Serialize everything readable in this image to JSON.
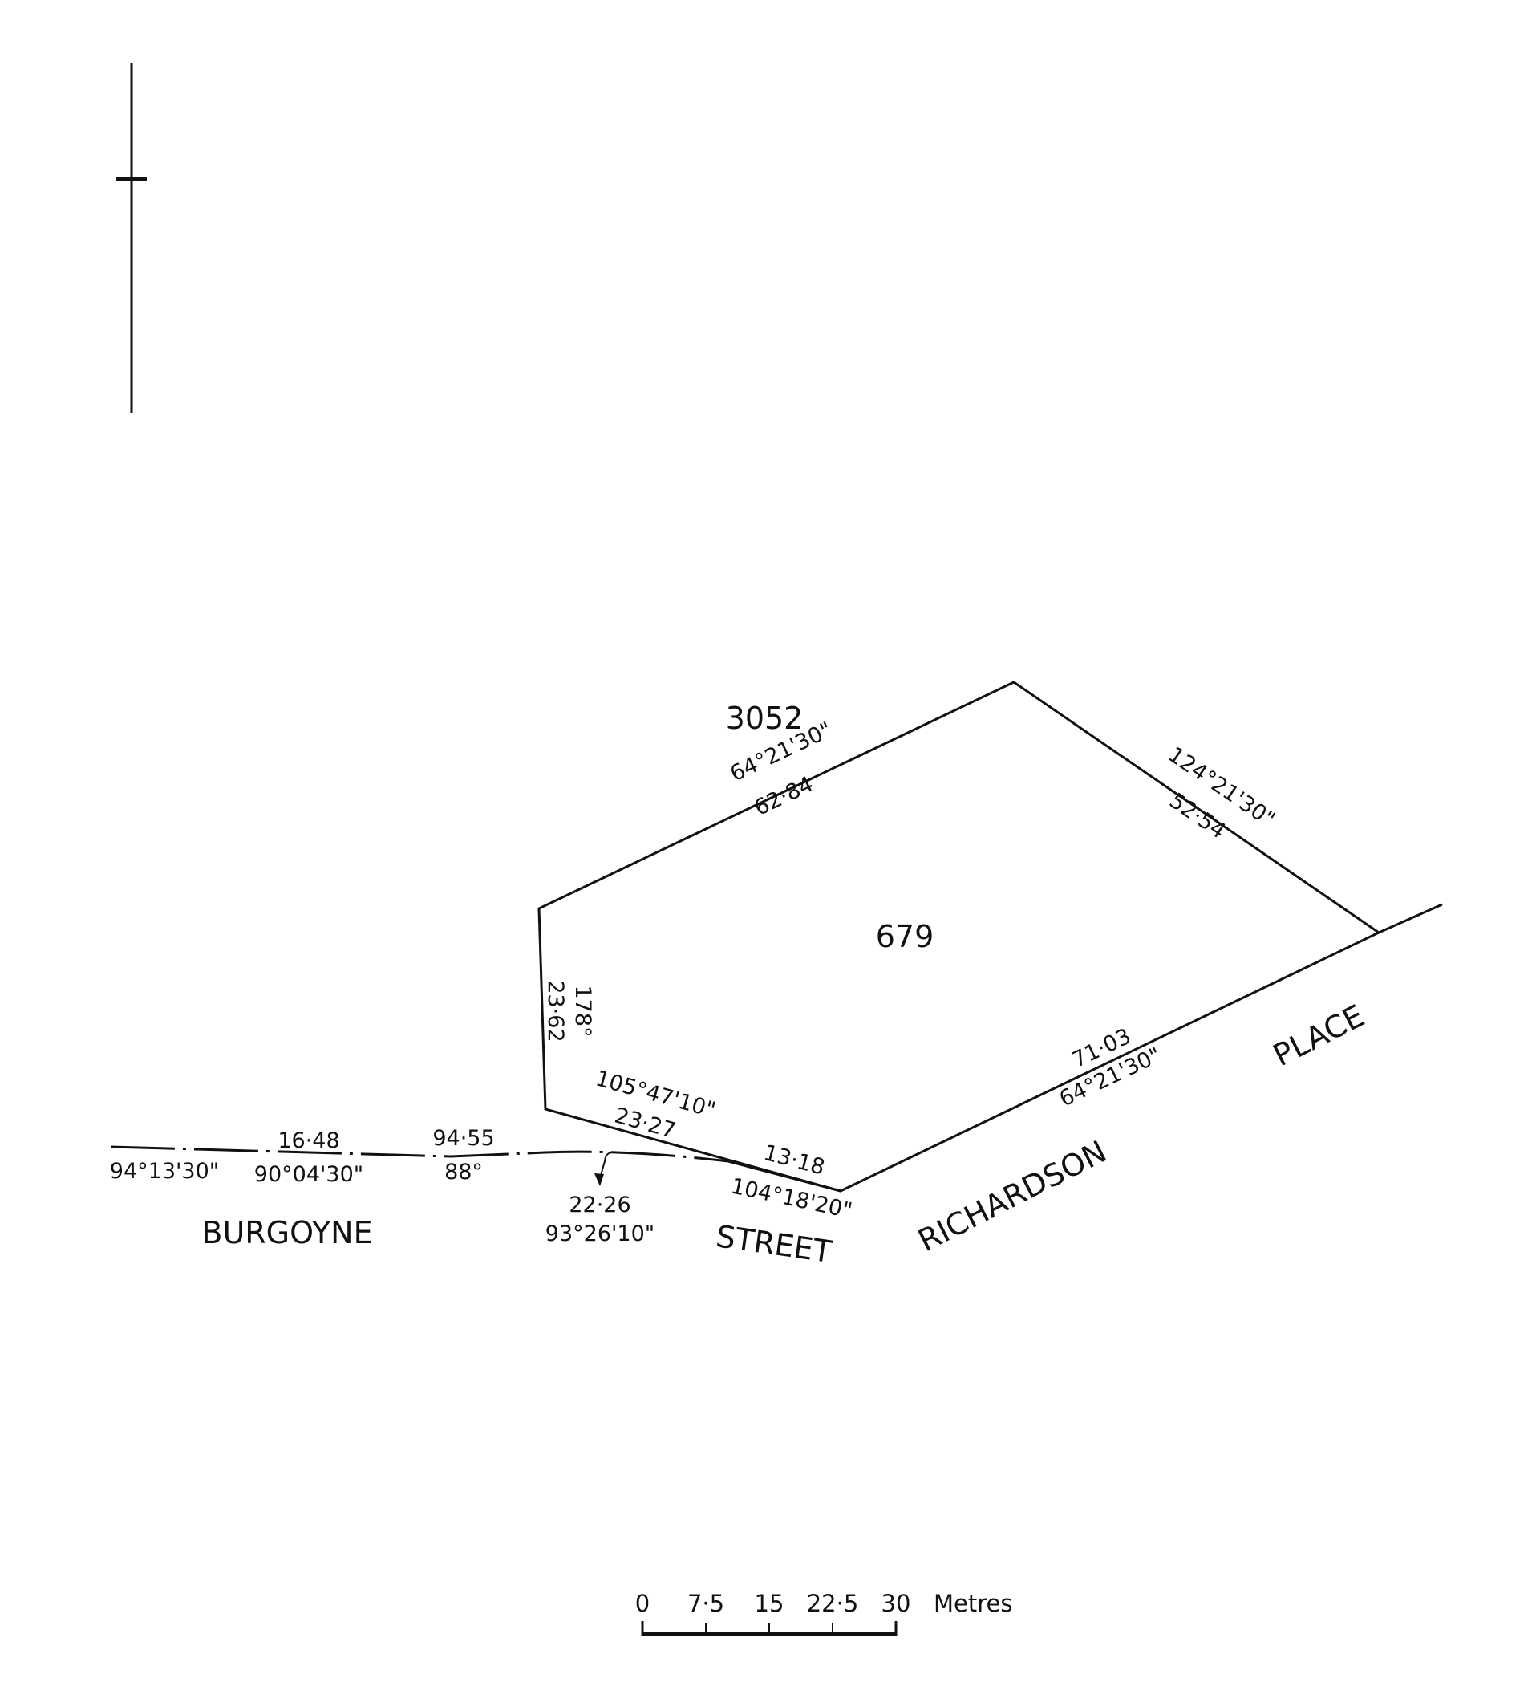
{
  "parcels": {
    "main": "679",
    "adjoining": "3052"
  },
  "boundaries": {
    "north_west": {
      "bearing": "64°21'30\"",
      "distance": "62·84"
    },
    "north_east": {
      "bearing": "124°21'30\"",
      "distance": "52·54"
    },
    "south_east": {
      "bearing": "64°21'30\"",
      "distance": "71·03"
    },
    "west": {
      "bearing": "178°",
      "distance": "23·62"
    },
    "south_west": {
      "bearing": "105°47'10\"",
      "distance": "23·27"
    },
    "south": {
      "bearing": "104°18'20\"",
      "distance": "13·18"
    }
  },
  "burgoyne_street": {
    "segment_1": {
      "bearing": "94°13'30\""
    },
    "segment_2": {
      "bearing": "90°04'30\"",
      "distance": "16·48"
    },
    "segment_3": {
      "bearing": "88°",
      "distance": "94·55"
    },
    "segment_4": {
      "bearing": "93°26'10\"",
      "distance": "22·26"
    }
  },
  "streets": {
    "burgoyne_word": "BURGOYNE",
    "street_word": "STREET",
    "richardson_word": "RICHARDSON",
    "place_word": "PLACE"
  },
  "scale_bar": {
    "ticks": [
      "0",
      "7·5",
      "15",
      "22·5",
      "30"
    ],
    "unit": "Metres"
  },
  "colors": {
    "ink": "#111111",
    "paper": "#ffffff"
  }
}
